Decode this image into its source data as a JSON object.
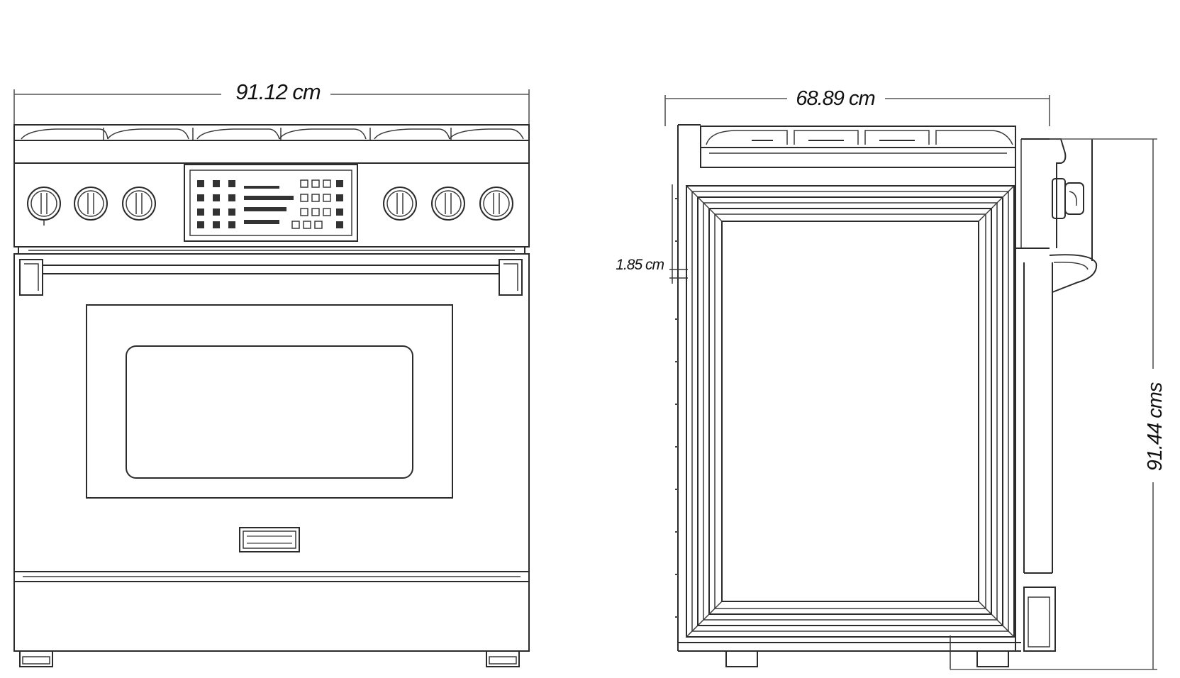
{
  "front_view": {
    "width_label": "91.12 cm"
  },
  "side_view": {
    "depth_label": "68.89 cm",
    "door_offset_label": "1.85 cm",
    "height_label": "91.44 cms"
  }
}
